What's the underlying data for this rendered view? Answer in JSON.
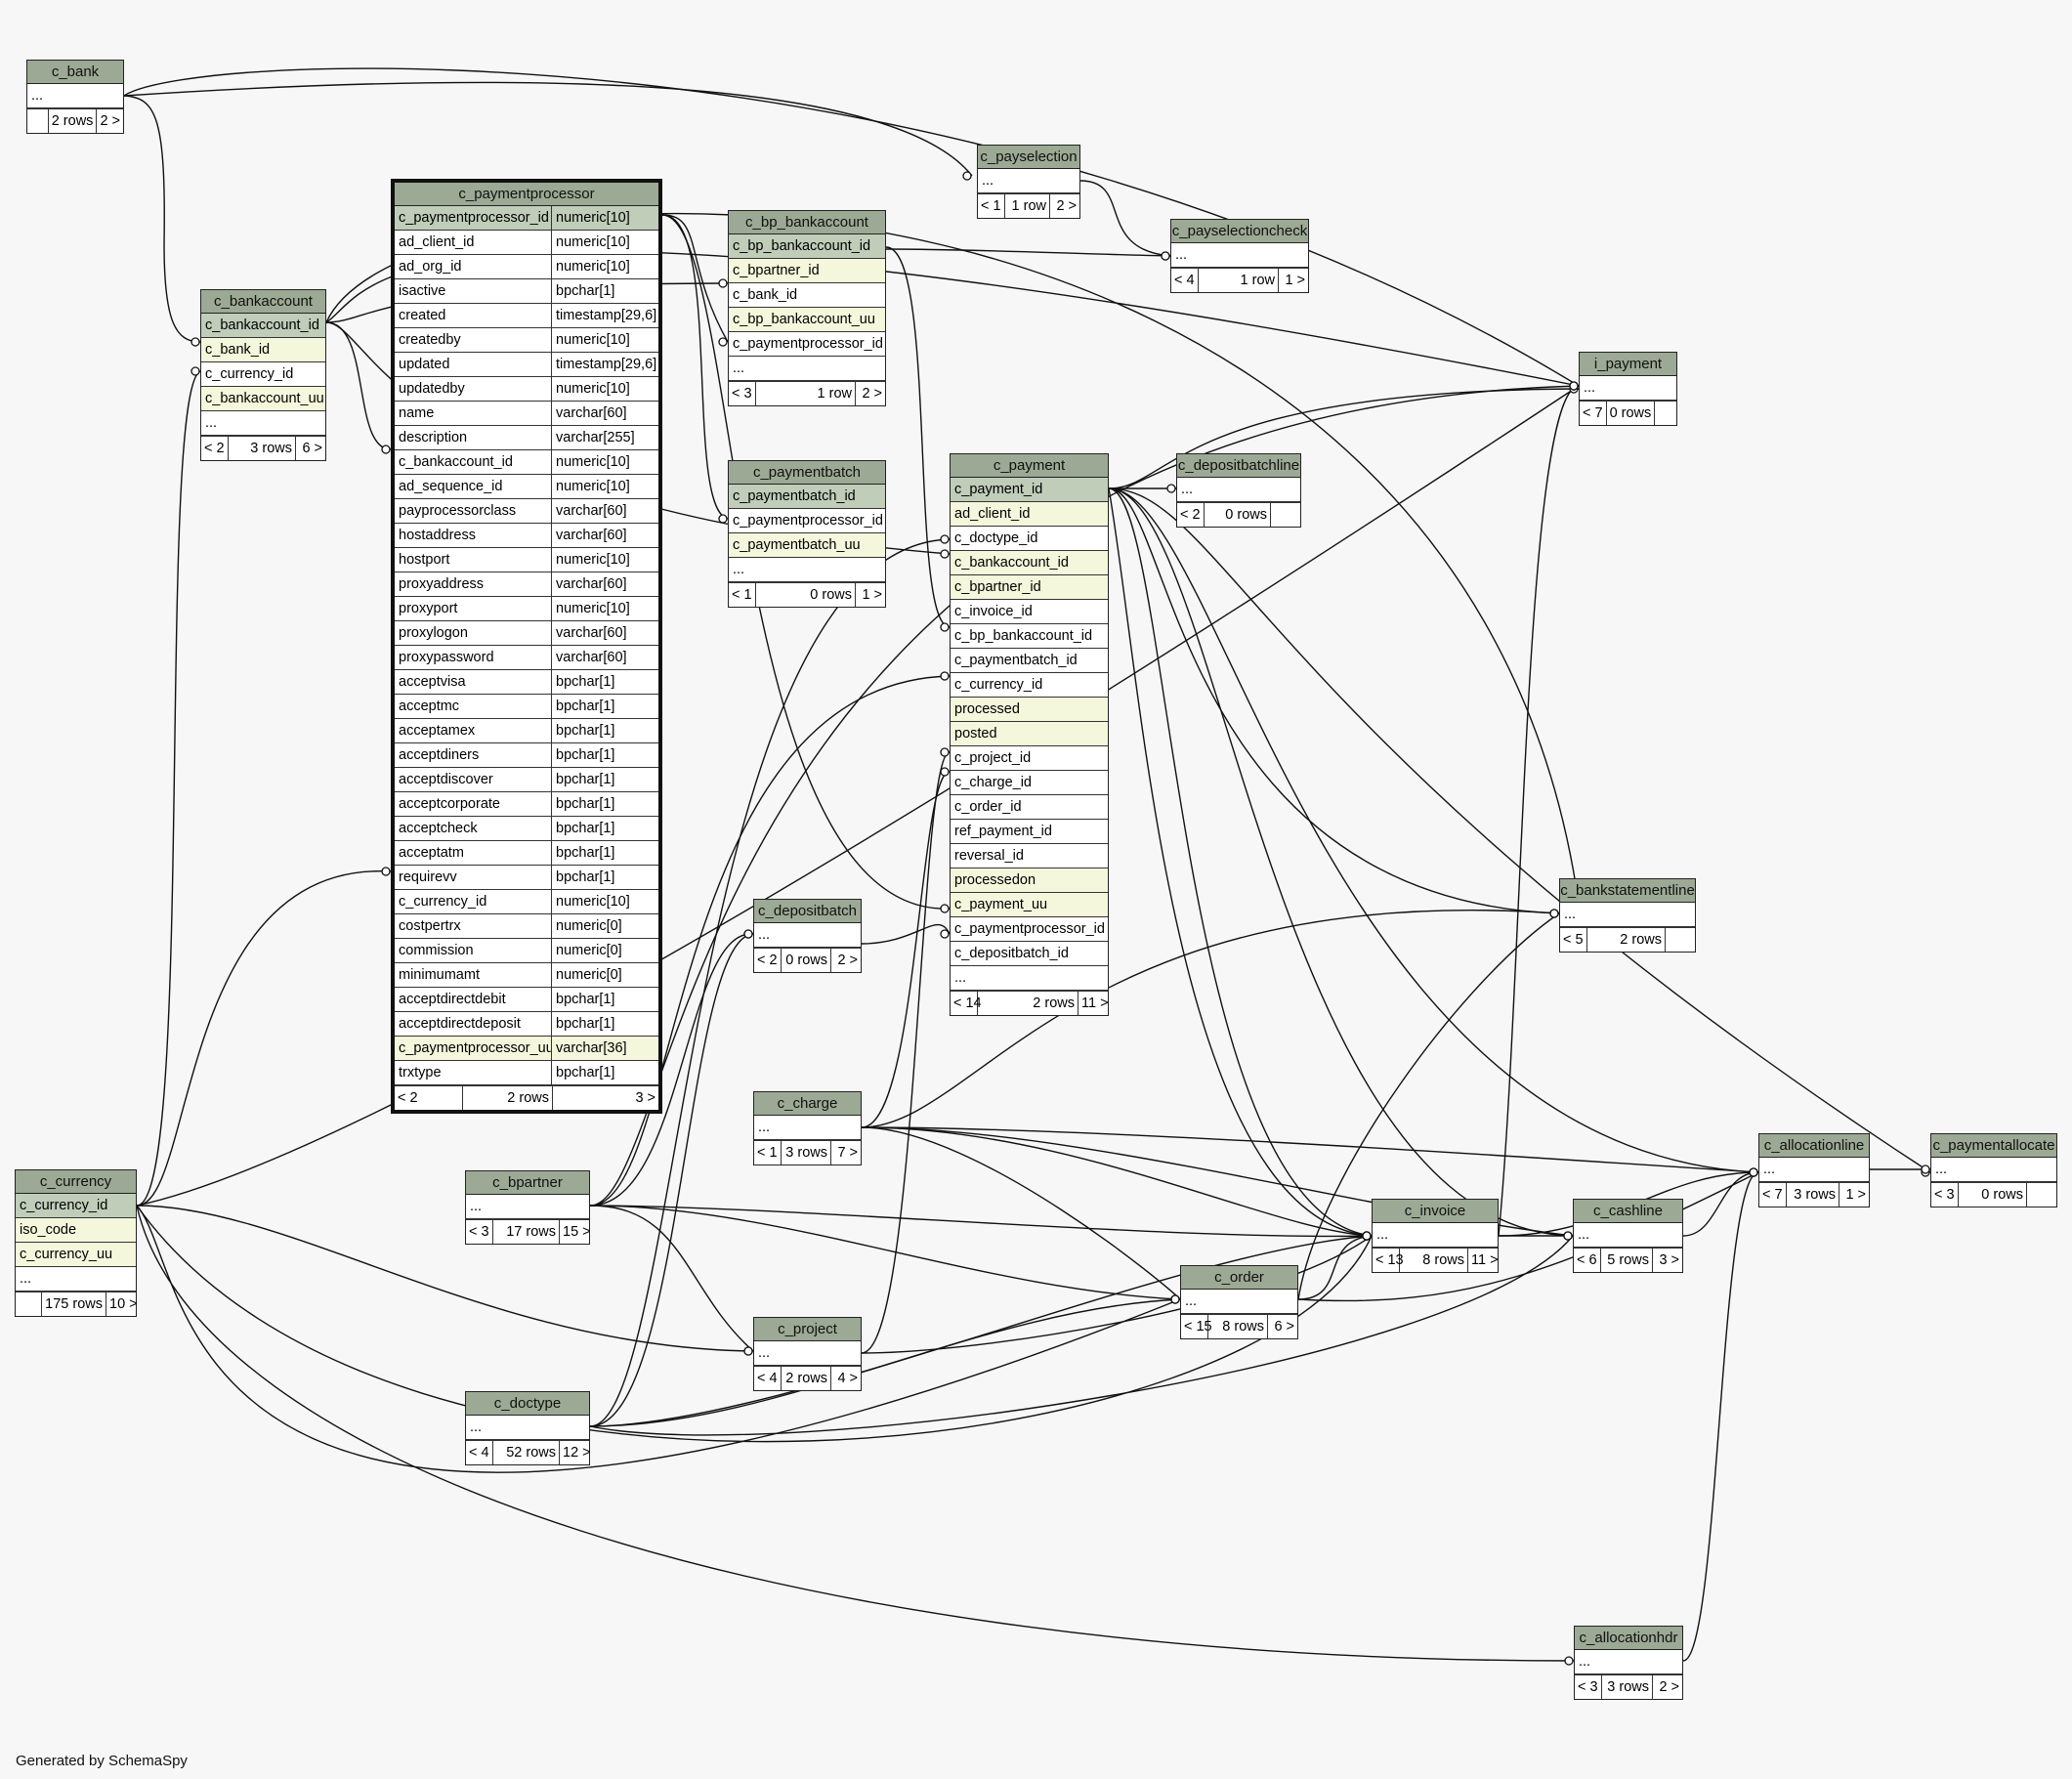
{
  "footer_text": "Generated by SchemaSpy",
  "colors": {
    "header": "#9ca994",
    "primary_key": "#bfcdb9",
    "indexed": "#f5f7dc",
    "background": "#f7f7f7"
  },
  "tables": {
    "c_bank": {
      "name": "c_bank",
      "rows": [
        {
          "n": "...",
          "k": ""
        }
      ],
      "foot": [
        "",
        "2 rows",
        "2 >"
      ]
    },
    "c_bankaccount": {
      "name": "c_bankaccount",
      "rows": [
        {
          "n": "c_bankaccount_id",
          "k": "pk"
        },
        {
          "n": "c_bank_id",
          "k": "idx"
        },
        {
          "n": "c_currency_id",
          "k": ""
        },
        {
          "n": "c_bankaccount_uu",
          "k": "idx"
        },
        {
          "n": "...",
          "k": ""
        }
      ],
      "foot": [
        "< 2",
        "3 rows",
        "6 >"
      ]
    },
    "c_paymentprocessor": {
      "name": "c_paymentprocessor",
      "rows": [
        {
          "n": "c_paymentprocessor_id",
          "t": "numeric[10]",
          "k": "pk"
        },
        {
          "n": "ad_client_id",
          "t": "numeric[10]",
          "k": ""
        },
        {
          "n": "ad_org_id",
          "t": "numeric[10]",
          "k": ""
        },
        {
          "n": "isactive",
          "t": "bpchar[1]",
          "k": ""
        },
        {
          "n": "created",
          "t": "timestamp[29,6]",
          "k": ""
        },
        {
          "n": "createdby",
          "t": "numeric[10]",
          "k": ""
        },
        {
          "n": "updated",
          "t": "timestamp[29,6]",
          "k": ""
        },
        {
          "n": "updatedby",
          "t": "numeric[10]",
          "k": ""
        },
        {
          "n": "name",
          "t": "varchar[60]",
          "k": ""
        },
        {
          "n": "description",
          "t": "varchar[255]",
          "k": ""
        },
        {
          "n": "c_bankaccount_id",
          "t": "numeric[10]",
          "k": ""
        },
        {
          "n": "ad_sequence_id",
          "t": "numeric[10]",
          "k": ""
        },
        {
          "n": "payprocessorclass",
          "t": "varchar[60]",
          "k": ""
        },
        {
          "n": "hostaddress",
          "t": "varchar[60]",
          "k": ""
        },
        {
          "n": "hostport",
          "t": "numeric[10]",
          "k": ""
        },
        {
          "n": "proxyaddress",
          "t": "varchar[60]",
          "k": ""
        },
        {
          "n": "proxyport",
          "t": "numeric[10]",
          "k": ""
        },
        {
          "n": "proxylogon",
          "t": "varchar[60]",
          "k": ""
        },
        {
          "n": "proxypassword",
          "t": "varchar[60]",
          "k": ""
        },
        {
          "n": "acceptvisa",
          "t": "bpchar[1]",
          "k": ""
        },
        {
          "n": "acceptmc",
          "t": "bpchar[1]",
          "k": ""
        },
        {
          "n": "acceptamex",
          "t": "bpchar[1]",
          "k": ""
        },
        {
          "n": "acceptdiners",
          "t": "bpchar[1]",
          "k": ""
        },
        {
          "n": "acceptdiscover",
          "t": "bpchar[1]",
          "k": ""
        },
        {
          "n": "acceptcorporate",
          "t": "bpchar[1]",
          "k": ""
        },
        {
          "n": "acceptcheck",
          "t": "bpchar[1]",
          "k": ""
        },
        {
          "n": "acceptatm",
          "t": "bpchar[1]",
          "k": ""
        },
        {
          "n": "requirevv",
          "t": "bpchar[1]",
          "k": ""
        },
        {
          "n": "c_currency_id",
          "t": "numeric[10]",
          "k": ""
        },
        {
          "n": "costpertrx",
          "t": "numeric[0]",
          "k": ""
        },
        {
          "n": "commission",
          "t": "numeric[0]",
          "k": ""
        },
        {
          "n": "minimumamt",
          "t": "numeric[0]",
          "k": ""
        },
        {
          "n": "acceptdirectdebit",
          "t": "bpchar[1]",
          "k": ""
        },
        {
          "n": "acceptdirectdeposit",
          "t": "bpchar[1]",
          "k": ""
        },
        {
          "n": "c_paymentprocessor_uu",
          "t": "varchar[36]",
          "k": "idx"
        },
        {
          "n": "trxtype",
          "t": "bpchar[1]",
          "k": ""
        }
      ],
      "foot": [
        "< 2",
        "2 rows",
        "3 >"
      ]
    },
    "c_bp_bankaccount": {
      "name": "c_bp_bankaccount",
      "rows": [
        {
          "n": "c_bp_bankaccount_id",
          "k": "pk"
        },
        {
          "n": "c_bpartner_id",
          "k": "idx"
        },
        {
          "n": "c_bank_id",
          "k": ""
        },
        {
          "n": "c_bp_bankaccount_uu",
          "k": "idx"
        },
        {
          "n": "c_paymentprocessor_id",
          "k": ""
        },
        {
          "n": "...",
          "k": ""
        }
      ],
      "foot": [
        "< 3",
        "1 row",
        "2 >"
      ]
    },
    "c_paymentbatch": {
      "name": "c_paymentbatch",
      "rows": [
        {
          "n": "c_paymentbatch_id",
          "k": "pk"
        },
        {
          "n": "c_paymentprocessor_id",
          "k": ""
        },
        {
          "n": "c_paymentbatch_uu",
          "k": "idx"
        },
        {
          "n": "...",
          "k": ""
        }
      ],
      "foot": [
        "< 1",
        "0 rows",
        "1 >"
      ]
    },
    "c_payselection": {
      "name": "c_payselection",
      "rows": [
        {
          "n": "...",
          "k": ""
        }
      ],
      "foot": [
        "< 1",
        "1 row",
        "2 >"
      ]
    },
    "c_payselectioncheck": {
      "name": "c_payselectioncheck",
      "rows": [
        {
          "n": "...",
          "k": ""
        }
      ],
      "foot": [
        "< 4",
        "1 row",
        "1 >"
      ]
    },
    "i_payment": {
      "name": "i_payment",
      "rows": [
        {
          "n": "...",
          "k": ""
        }
      ],
      "foot": [
        "< 7",
        "0 rows",
        ""
      ]
    },
    "c_payment": {
      "name": "c_payment",
      "rows": [
        {
          "n": "c_payment_id",
          "k": "pk"
        },
        {
          "n": "ad_client_id",
          "k": "idx"
        },
        {
          "n": "c_doctype_id",
          "k": ""
        },
        {
          "n": "c_bankaccount_id",
          "k": "idx"
        },
        {
          "n": "c_bpartner_id",
          "k": "idx"
        },
        {
          "n": "c_invoice_id",
          "k": ""
        },
        {
          "n": "c_bp_bankaccount_id",
          "k": ""
        },
        {
          "n": "c_paymentbatch_id",
          "k": ""
        },
        {
          "n": "c_currency_id",
          "k": ""
        },
        {
          "n": "processed",
          "k": "idx"
        },
        {
          "n": "posted",
          "k": "idx"
        },
        {
          "n": "c_project_id",
          "k": ""
        },
        {
          "n": "c_charge_id",
          "k": ""
        },
        {
          "n": "c_order_id",
          "k": ""
        },
        {
          "n": "ref_payment_id",
          "k": ""
        },
        {
          "n": "reversal_id",
          "k": ""
        },
        {
          "n": "processedon",
          "k": "idx"
        },
        {
          "n": "c_payment_uu",
          "k": "idx"
        },
        {
          "n": "c_paymentprocessor_id",
          "k": ""
        },
        {
          "n": "c_depositbatch_id",
          "k": ""
        },
        {
          "n": "...",
          "k": ""
        }
      ],
      "foot": [
        "< 14",
        "2 rows",
        "11 >"
      ]
    },
    "c_depositbatchline": {
      "name": "c_depositbatchline",
      "rows": [
        {
          "n": "...",
          "k": ""
        }
      ],
      "foot": [
        "< 2",
        "0 rows",
        ""
      ]
    },
    "c_depositbatch": {
      "name": "c_depositbatch",
      "rows": [
        {
          "n": "...",
          "k": ""
        }
      ],
      "foot": [
        "< 2",
        "0 rows",
        "2 >"
      ]
    },
    "c_charge": {
      "name": "c_charge",
      "rows": [
        {
          "n": "...",
          "k": ""
        }
      ],
      "foot": [
        "< 1",
        "3 rows",
        "7 >"
      ]
    },
    "c_currency": {
      "name": "c_currency",
      "rows": [
        {
          "n": "c_currency_id",
          "k": "pk"
        },
        {
          "n": "iso_code",
          "k": "idx"
        },
        {
          "n": "c_currency_uu",
          "k": "idx"
        },
        {
          "n": "...",
          "k": ""
        }
      ],
      "foot": [
        "",
        "175 rows",
        "10 >"
      ]
    },
    "c_bpartner": {
      "name": "c_bpartner",
      "rows": [
        {
          "n": "...",
          "k": ""
        }
      ],
      "foot": [
        "< 3",
        "17 rows",
        "15 >"
      ]
    },
    "c_project": {
      "name": "c_project",
      "rows": [
        {
          "n": "...",
          "k": ""
        }
      ],
      "foot": [
        "< 4",
        "2 rows",
        "4 >"
      ]
    },
    "c_doctype": {
      "name": "c_doctype",
      "rows": [
        {
          "n": "...",
          "k": ""
        }
      ],
      "foot": [
        "< 4",
        "52 rows",
        "12 >"
      ]
    },
    "c_order": {
      "name": "c_order",
      "rows": [
        {
          "n": "...",
          "k": ""
        }
      ],
      "foot": [
        "< 15",
        "8 rows",
        "6 >"
      ]
    },
    "c_invoice": {
      "name": "c_invoice",
      "rows": [
        {
          "n": "...",
          "k": ""
        }
      ],
      "foot": [
        "< 13",
        "8 rows",
        "11 >"
      ]
    },
    "c_cashline": {
      "name": "c_cashline",
      "rows": [
        {
          "n": "...",
          "k": ""
        }
      ],
      "foot": [
        "< 6",
        "5 rows",
        "3 >"
      ]
    },
    "c_bankstatementline": {
      "name": "c_bankstatementline",
      "rows": [
        {
          "n": "...",
          "k": ""
        }
      ],
      "foot": [
        "< 5",
        "2 rows",
        ""
      ]
    },
    "c_allocationline": {
      "name": "c_allocationline",
      "rows": [
        {
          "n": "...",
          "k": ""
        }
      ],
      "foot": [
        "< 7",
        "3 rows",
        "1 >"
      ]
    },
    "c_paymentallocate": {
      "name": "c_paymentallocate",
      "rows": [
        {
          "n": "...",
          "k": ""
        }
      ],
      "foot": [
        "< 3",
        "0 rows",
        ""
      ]
    },
    "c_allocationhdr": {
      "name": "c_allocationhdr",
      "rows": [
        {
          "n": "...",
          "k": ""
        }
      ],
      "foot": [
        "< 3",
        "3 rows",
        "2 >"
      ]
    }
  }
}
